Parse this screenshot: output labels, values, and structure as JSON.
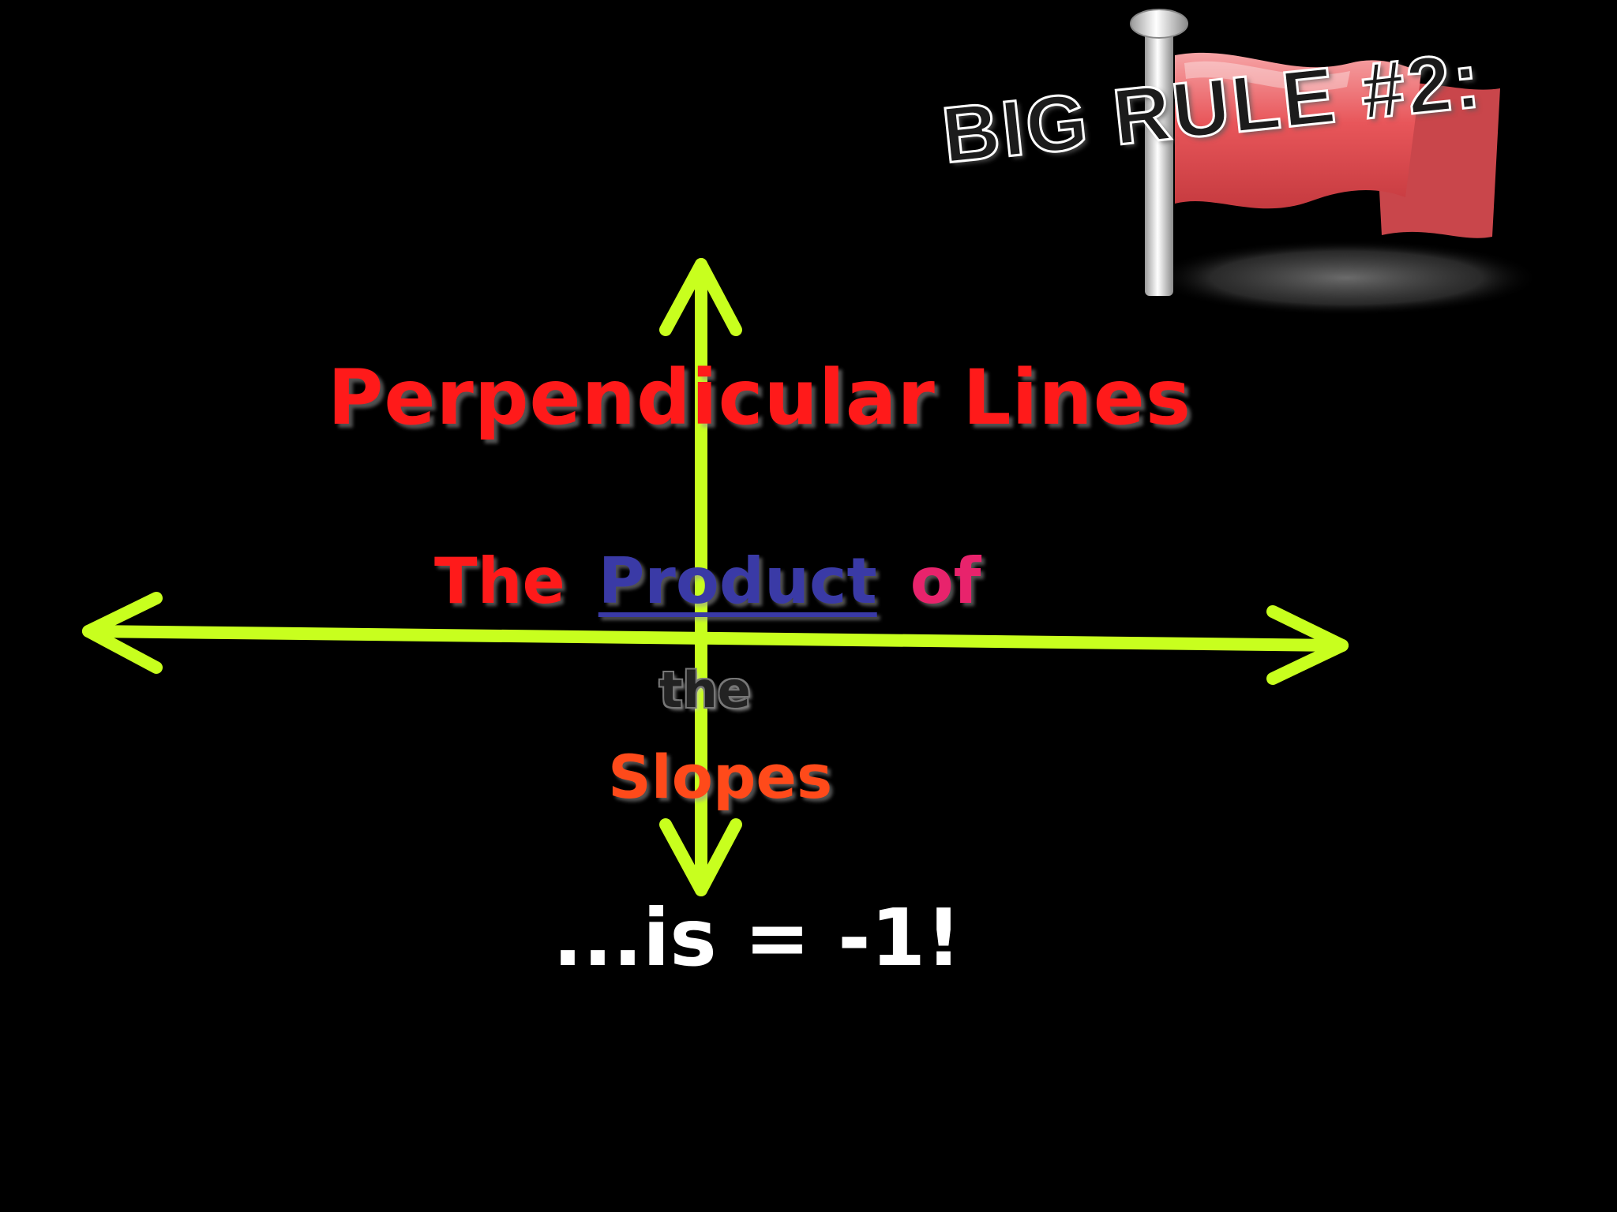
{
  "flag_banner": {
    "text": "BIG RULE #2:",
    "flag_color": "#e8565a",
    "pole_color": "#d9d9d9",
    "icon": "red-flag-icon"
  },
  "slide": {
    "background": "#000000",
    "title": "Perpendicular Lines",
    "title_color": "#ff1a1a",
    "product_line": {
      "word_the": "The",
      "word_product": "Product",
      "word_of": "of",
      "color_the": "#ff1a1a",
      "color_product": "#3a3aa6",
      "color_of": "#e8236c"
    },
    "the_word": "the",
    "the_color": "#222222",
    "slopes_word": "Slopes",
    "slopes_color": "#ff4a1a",
    "result": "...is = -1!",
    "result_color": "#ffffff",
    "axes_color": "#c8ff1e"
  }
}
